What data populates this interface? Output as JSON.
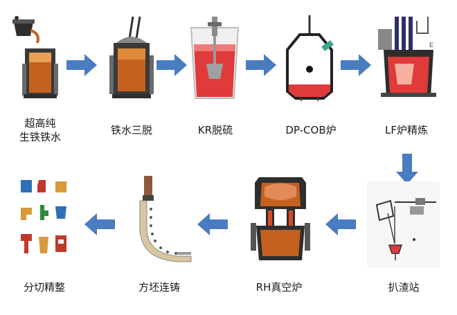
{
  "colors": {
    "arrow": "#4a7cc0",
    "vessel_dark": "#2e2e2e",
    "vessel_grey": "#7b7b7b",
    "molten": "#e03a3a",
    "molten_light": "#f07a7a",
    "steel_orange": "#c4611e",
    "teal": "#3aa58a"
  },
  "steps": [
    {
      "id": "ultra-pure-iron",
      "label_lines": [
        "超高纯",
        "生铁铁水"
      ],
      "icon": "ladle-pouring-icon"
    },
    {
      "id": "triple-removal",
      "label": "铁水三脱",
      "icon": "desulfurization-vessel-icon"
    },
    {
      "id": "kr-desulfurization",
      "label": "KR脱硫",
      "icon": "kr-stirrer-icon"
    },
    {
      "id": "dp-cob-furnace",
      "label": "DP-COB炉",
      "icon": "converter-icon"
    },
    {
      "id": "lf-refining",
      "label": "LF炉精炼",
      "icon": "lf-furnace-icon"
    },
    {
      "id": "slag-removal-station",
      "label": "扒渣站",
      "icon": "slag-skimmer-icon"
    },
    {
      "id": "rh-vacuum",
      "label": "RH真空炉",
      "icon": "rh-degasser-icon"
    },
    {
      "id": "billet-casting",
      "label": "方坯连铸",
      "icon": "continuous-caster-icon"
    },
    {
      "id": "cut-finish",
      "label": "分切精整",
      "icon": "parts-icon"
    }
  ]
}
